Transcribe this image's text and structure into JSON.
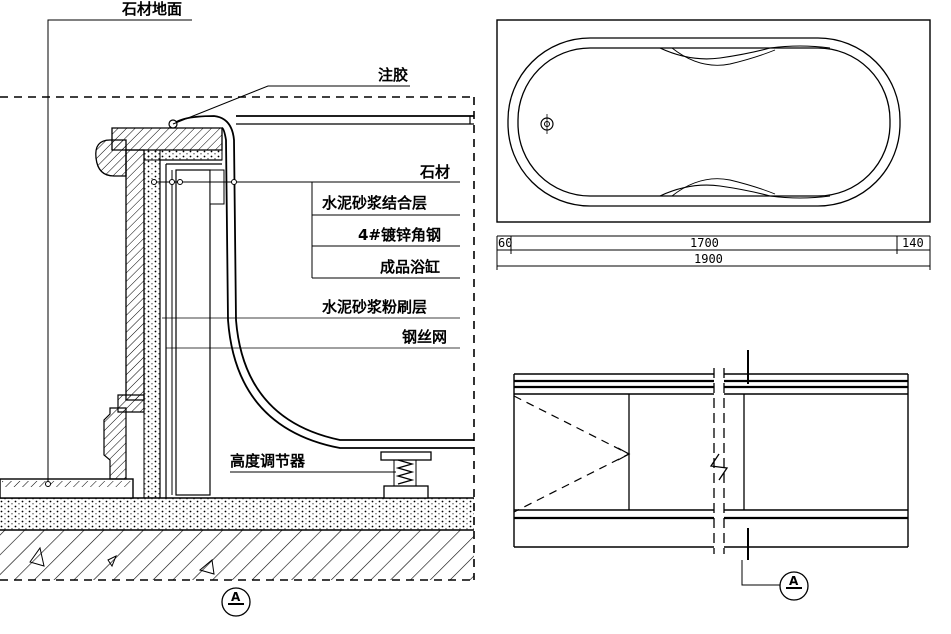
{
  "section": {
    "title_floor": "石材地面",
    "label_glue": "注胶",
    "layers": [
      {
        "id": "stone",
        "text": "石材"
      },
      {
        "id": "mortar-bond",
        "text": "水泥砂浆结合层"
      },
      {
        "id": "angle-steel",
        "text": "4#镀锌角钢"
      },
      {
        "id": "bathtub",
        "text": "成品浴缸"
      },
      {
        "id": "plaster",
        "text": "水泥砂浆粉刷层"
      },
      {
        "id": "wire-mesh",
        "text": "钢丝网"
      }
    ],
    "label_adjuster": "高度调节器",
    "section_mark": "A"
  },
  "plan": {
    "dim_left": "60",
    "dim_mid": "1700",
    "dim_right": "140",
    "dim_total": "1900"
  },
  "elevation": {
    "section_mark": "A"
  }
}
